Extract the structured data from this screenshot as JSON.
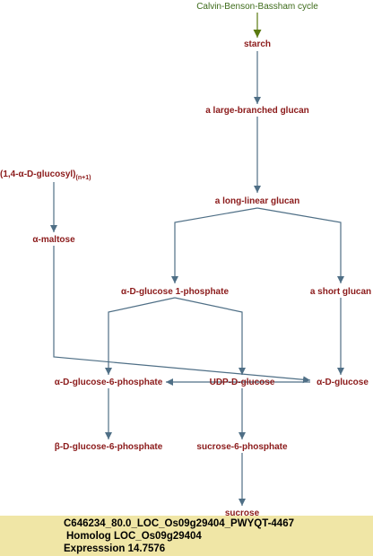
{
  "colors": {
    "node_text": "#8b1a1a",
    "edge": "#4f6f86",
    "source_text": "#3d6b1a",
    "source_arrow": "#5a7a10",
    "footer_bg": "#f0e6a6"
  },
  "pathway": {
    "source_label": "Calvin-Benson-Bassham cycle",
    "nodes": {
      "starch": "starch",
      "large_branched_glucan": "a large-branched glucan",
      "glucosyl_main": "(1,4-α-D-glucosyl)",
      "glucosyl_sub": "(n+1)",
      "long_linear_glucan": "a long-linear glucan",
      "maltose": "α-maltose",
      "glucose_1_phosphate": "α-D-glucose 1-phosphate",
      "short_glucan": "a short glucan",
      "glucose_6_phosphate_alpha": "α-D-glucose-6-phosphate",
      "udp_glucose": "UDP-D-glucose",
      "glucose": "α-D-glucose",
      "glucose_6_phosphate_beta": "β-D-glucose-6-phosphate",
      "sucrose_6_phosphate": "sucrose-6-phosphate",
      "sucrose": "sucrose"
    }
  },
  "footer": {
    "line1": "C646234_80.0_LOC_Os09g29404_PWYQT-4467",
    "line2": "Homolog LOC_Os09g29404",
    "line3": "Expresssion 14.7576"
  }
}
